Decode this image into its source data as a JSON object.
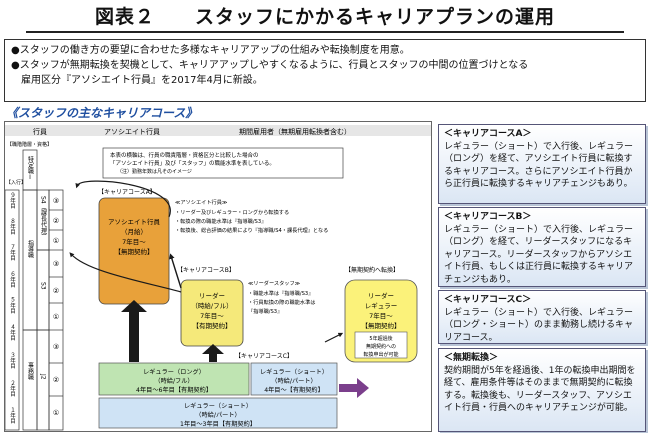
{
  "title": "図表２　　スタッフにかかるキャリアプランの運用",
  "intro": {
    "lines": [
      "●スタッフの働き方の要望に合わせた多様なキャリアアップの仕組みや転換制度を用意。",
      "●スタッフが無期転換を契機として、キャリアアップしやすくなるように、行員とスタッフの中間の位置づけとなる",
      "　雇用区分『アソシエイト行員』を2017年4月に新設。"
    ]
  },
  "section_heading": "《スタッフの主なキャリアコース》",
  "diagram": {
    "col_gyoin": "行員",
    "col_associate": "アソシエイト行員",
    "col_term": "期間雇用者（無期雇用転換者含む）",
    "grade_head": "【職階階層・資格】",
    "years_head": "【入行】",
    "grade_tokutei": "特定職Ⅰ",
    "grade_shidou": "指導職",
    "grade_jimu": "事務職",
    "level_s4": "S4（課長代理）",
    "level_s3": "S3",
    "level_j2": "J2",
    "row_nums": [
      "③",
      "②",
      "①",
      "③",
      "②",
      "①",
      "③",
      "②",
      "①"
    ],
    "year_labels": [
      "９年目",
      "８年目",
      "７年目",
      "６年目",
      "５年目",
      "４年目",
      "３年目",
      "２年目",
      "１年目"
    ],
    "info_lines": [
      "本表の横軸は、行員の職責階層・資格区分と比較した場合の",
      "「アソシエイト行員」及び「スタッフ」の職能水準を表している。",
      "（注）勤務年数は凡そのイメージ"
    ],
    "course_a_label": "【キャリアコースA】",
    "course_b_label": "【キャリアコースB】",
    "course_c_label": "【キャリアコースC】",
    "assoc_box": [
      "アソシエイト行員",
      "（月給）",
      "7年目～",
      "【無期契約】"
    ],
    "assoc_notes": [
      "≪アソシエイト行員≫",
      "・リーダー及びレギュラー・ロングから転換する",
      "・転換の際の職能水準は『指導職/S3』",
      "・転換後、総合評価の結果により『指導職/S4・課長代理』となる"
    ],
    "leader_box": [
      "リーダー",
      "（時給/フル）",
      "7年目～",
      "【有期契約】"
    ],
    "leader_notes": [
      "≪リーダースタッフ≫",
      "・職能水準は『指導職/S3』",
      "・行員転換の際の職能水準は",
      "『指導職/S3』"
    ],
    "muki_label": "【無期契約へ転換】",
    "muki_box": [
      "リーダー",
      "レギュラー",
      "7年目～",
      "【無期契約】"
    ],
    "muki_sub": [
      "5年超過後",
      "無期契約への",
      "転換申出が可能"
    ],
    "reg_long": [
      "レギュラー（ロング）",
      "（時給/フル）",
      "4年目～6年目【有期契約】"
    ],
    "reg_short_mid": [
      "レギュラー（ショート）",
      "（時給/パート）",
      "4年目～【有期契約】"
    ],
    "reg_short_bottom": [
      "レギュラー（ショート）",
      "（時給/パート）",
      "1年目～3年目【有期契約】"
    ]
  },
  "notes": [
    {
      "heading": "＜キャリアコースA＞",
      "body": "レギュラー（ショート）で入行後、レギュラー（ロング）を経て、アソシエイト行員に転換するキャリアコース。さらにアソシエイト行員から正行員に転換するキャリアチェンジもあり。"
    },
    {
      "heading": "＜キャリアコースB＞",
      "body": "レギュラー（ショート）で入行後、レギュラー（ロング）を経て、リーダースタッフになるキャリアコース。リーダースタッフからアソシエイト行員、もしくは正行員に転換するキャリアチェンジもあり。"
    },
    {
      "heading": "＜キャリアコースC＞",
      "body": "レギュラー（ショート）で入行後、レギュラー（ロング・ショート）のまま勤務し続けるキャリアコース。"
    },
    {
      "heading": "＜無期転換＞",
      "body": "契約期間が5年を経過後、1年の転換申出期間を経て、雇用条件等はそのままで無期契約に転換する。転換後も、リーダースタッフ、アソシエイト行員・行員へのキャリアチェンジが可能。"
    }
  ],
  "colors": {
    "accent_blue": "#1f4fa0",
    "assoc_box": "#e8a13a",
    "leader_box": "#f5e97a",
    "muki_box": "#fbf27a",
    "reg_long": "#bfe4b2",
    "reg_short": "#cfe3f5",
    "arrow": "#1a1a1a",
    "muki_arrow": "#7b3f8c"
  }
}
